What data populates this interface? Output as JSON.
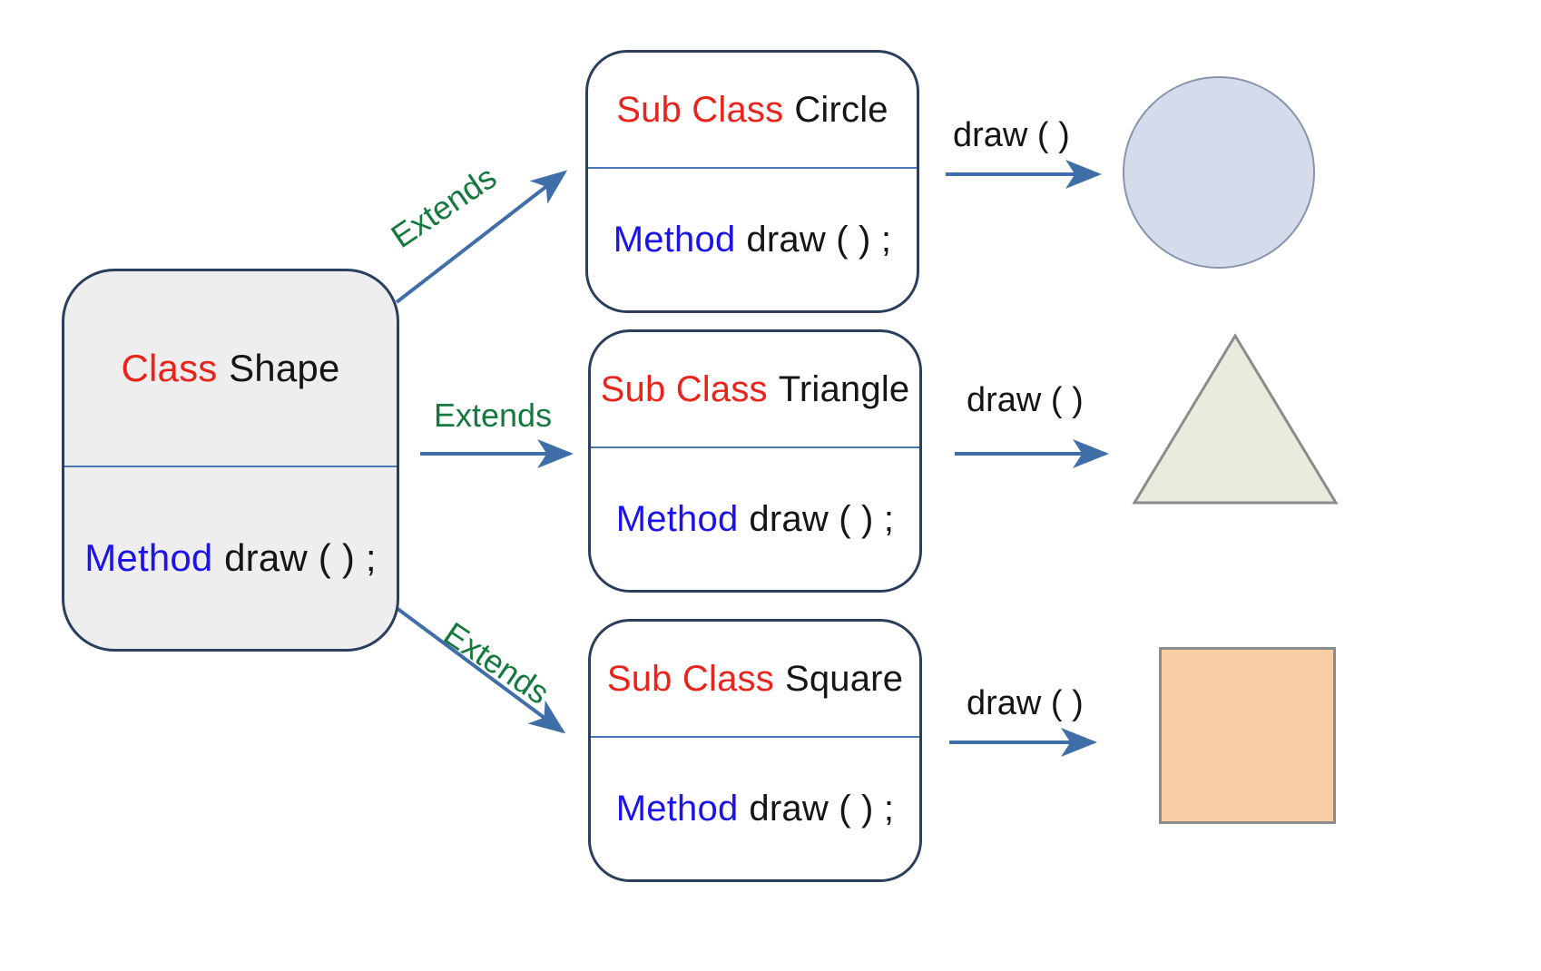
{
  "diagram": {
    "title": "Class Shape inheritance diagram",
    "colors": {
      "keyword_red": "#e8241c",
      "keyword_blue": "#1b13ea",
      "label_green": "#15793f",
      "border_navy": "#2c3e5d",
      "divider_blue": "#4a77b4",
      "arrow_blue": "#3f6ea8",
      "parent_fill": "#eeeeee",
      "circle_fill": "#d4dcec",
      "triangle_fill": "#e8ecdc",
      "square_fill": "#fbcda4"
    },
    "parent_class": {
      "title_keyword": "Class",
      "title_name": "Shape",
      "method_keyword": "Method",
      "method_signature": "draw ( ) ;"
    },
    "subclasses": [
      {
        "title_keyword": "Sub Class",
        "title_name": "Circle",
        "method_keyword": "Method",
        "method_signature": "draw ( ) ;",
        "extends_label": "Extends",
        "call_label": "draw ( )",
        "result_shape": "circle"
      },
      {
        "title_keyword": "Sub Class",
        "title_name": "Triangle",
        "method_keyword": "Method",
        "method_signature": "draw ( ) ;",
        "extends_label": "Extends",
        "call_label": "draw ( )",
        "result_shape": "triangle"
      },
      {
        "title_keyword": "Sub Class",
        "title_name": "Square",
        "method_keyword": "Method",
        "method_signature": "draw ( ) ;",
        "extends_label": "Extends",
        "call_label": "draw ( )",
        "result_shape": "square"
      }
    ]
  }
}
